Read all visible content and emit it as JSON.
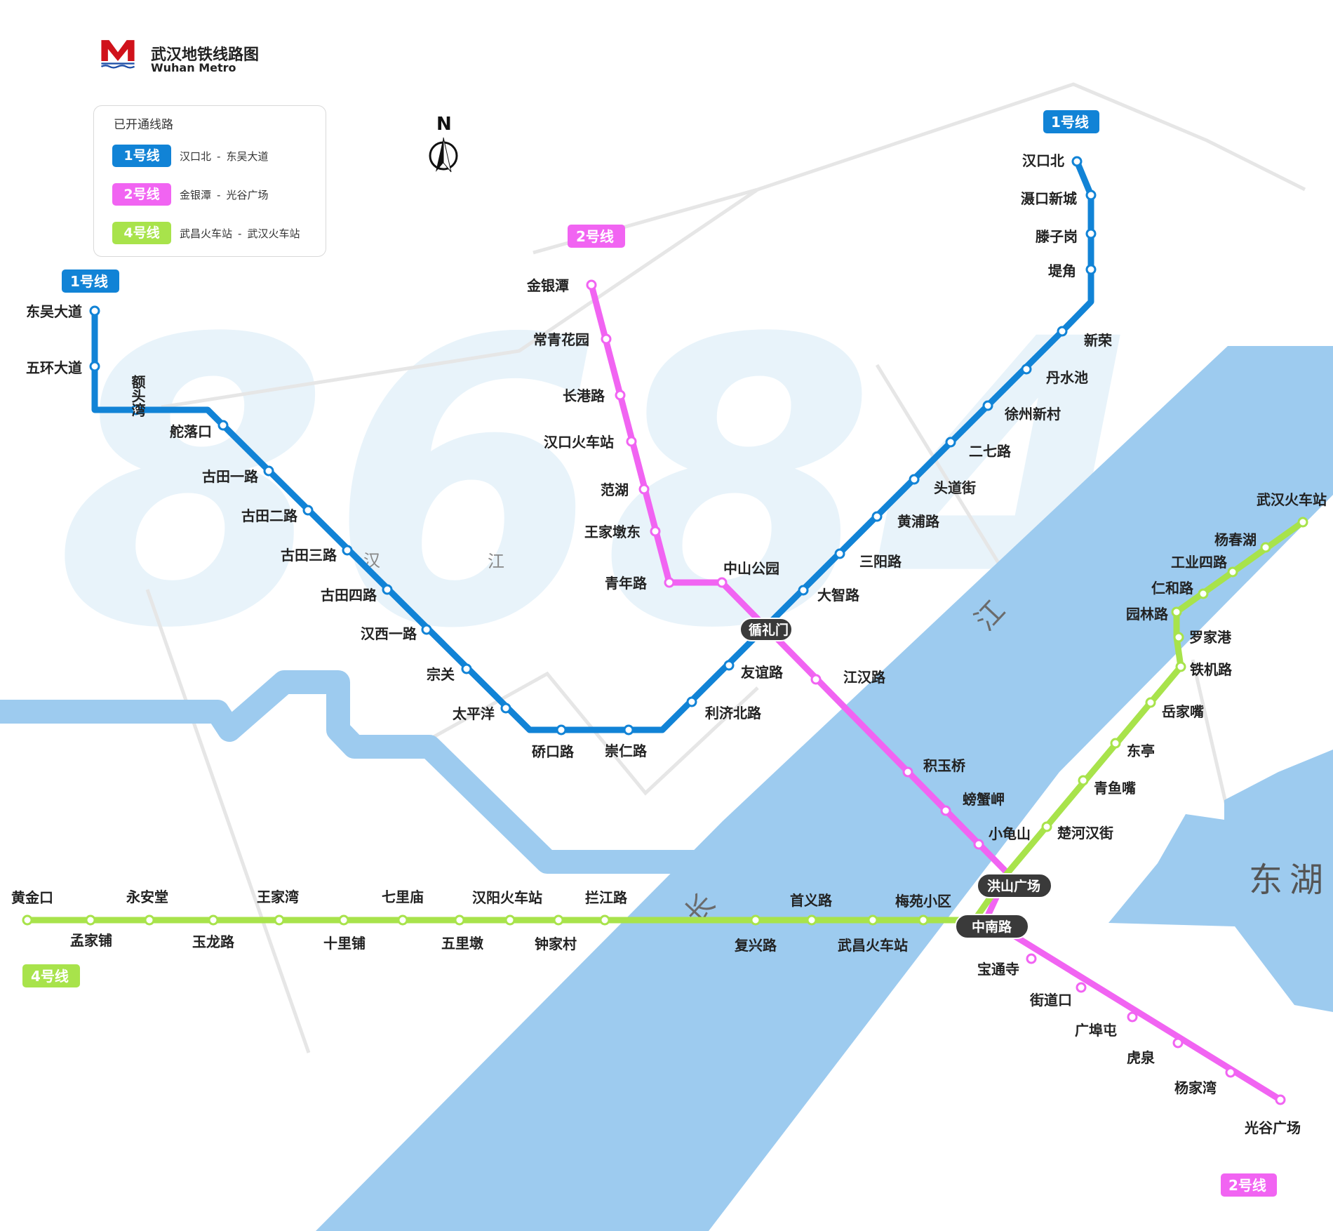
{
  "title": {
    "cn": "武汉地铁线路图",
    "en": "Wuhan Metro"
  },
  "legend": {
    "title": "已开通线路",
    "rows": [
      {
        "badge": "1号线",
        "from": "汉口北",
        "sep": "-",
        "to": "东吴大道",
        "color": "#1183d6"
      },
      {
        "badge": "2号线",
        "from": "金银潭",
        "sep": "-",
        "to": "光谷广场",
        "color": "#f164f2"
      },
      {
        "badge": "4号线",
        "from": "武昌火车站",
        "sep": "-",
        "to": "武汉火车站",
        "color": "#a8e34b"
      }
    ]
  },
  "compass": "N",
  "watermark": "8684",
  "water_labels": {
    "changjiang_1": "长",
    "changjiang_2": "江",
    "hanjiang_1": "汉",
    "hanjiang_2": "江",
    "lake": "东湖"
  },
  "line_badges": {
    "l1_north": "1号线",
    "l1_west": "1号线",
    "l2_north": "2号线",
    "l2_south": "2号线",
    "l4_west": "4号线"
  },
  "colors": {
    "line1": "#1183d6",
    "line2": "#f164f2",
    "line4": "#a8e34b",
    "water": "#9dcbef",
    "transfer": "#3a3a3a"
  },
  "transfer_stations": {
    "xunlimen": "循礼门",
    "hongshan": "洪山广场",
    "zhongnan": "中南路"
  },
  "stations": {
    "line1": [
      "汉口北",
      "滠口新城",
      "滕子岗",
      "堤角",
      "新荣",
      "丹水池",
      "徐州新村",
      "二七路",
      "头道街",
      "黄浦路",
      "三阳路",
      "大智路",
      "循礼门",
      "友谊路",
      "利济北路",
      "崇仁路",
      "硚口路",
      "太平洋",
      "宗关",
      "汉西一路",
      "古田四路",
      "古田三路",
      "古田二路",
      "古田一路",
      "舵落口",
      "额头湾",
      "五环大道",
      "东吴大道"
    ],
    "line2": [
      "金银潭",
      "常青花园",
      "长港路",
      "汉口火车站",
      "范湖",
      "王家墩东",
      "青年路",
      "中山公园",
      "循礼门",
      "江汉路",
      "积玉桥",
      "螃蟹岬",
      "小龟山",
      "洪山广场",
      "中南路",
      "宝通寺",
      "街道口",
      "广埠屯",
      "虎泉",
      "杨家湾",
      "光谷广场"
    ],
    "line4": [
      "黄金口",
      "孟家铺",
      "永安堂",
      "玉龙路",
      "王家湾",
      "十里铺",
      "七里庙",
      "五里墩",
      "汉阳火车站",
      "钟家村",
      "拦江路",
      "复兴路",
      "首义路",
      "武昌火车站",
      "梅苑小区",
      "中南路",
      "洪山广场",
      "楚河汉街",
      "青鱼嘴",
      "东亭",
      "岳家嘴",
      "铁机路",
      "罗家港",
      "园林路",
      "仁和路",
      "工业四路",
      "杨春湖",
      "武汉火车站"
    ]
  }
}
